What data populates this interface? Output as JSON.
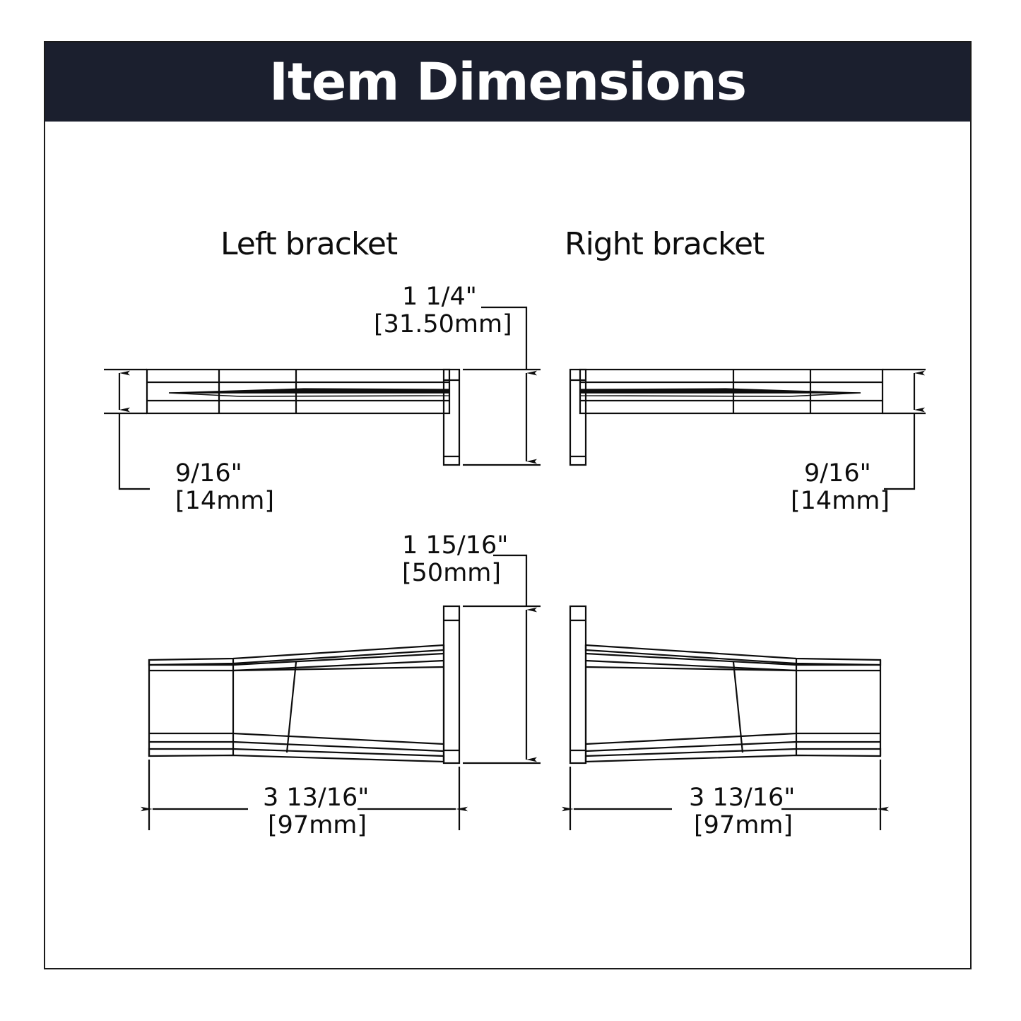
{
  "header": {
    "title": "Item Dimensions"
  },
  "labels": {
    "left_bracket": "Left bracket",
    "right_bracket": "Right bracket"
  },
  "dimensions": {
    "top_depth": {
      "imperial": "1 1/4\"",
      "metric": "[31.50mm]"
    },
    "left_thickness": {
      "imperial": "9/16\"",
      "metric": "[14mm]"
    },
    "right_thickness": {
      "imperial": "9/16\"",
      "metric": "[14mm]"
    },
    "side_depth": {
      "imperial": "1 15/16\"",
      "metric": "[50mm]"
    },
    "left_length": {
      "imperial": "3 13/16\"",
      "metric": "[97mm]"
    },
    "right_length": {
      "imperial": "3 13/16\"",
      "metric": "[97mm]"
    }
  },
  "colors": {
    "header_background": "#1b1f2e",
    "header_text": "#ffffff",
    "frame_border": "#1a1a1a",
    "line": "#0d0d0d",
    "page_background": "#ffffff"
  }
}
